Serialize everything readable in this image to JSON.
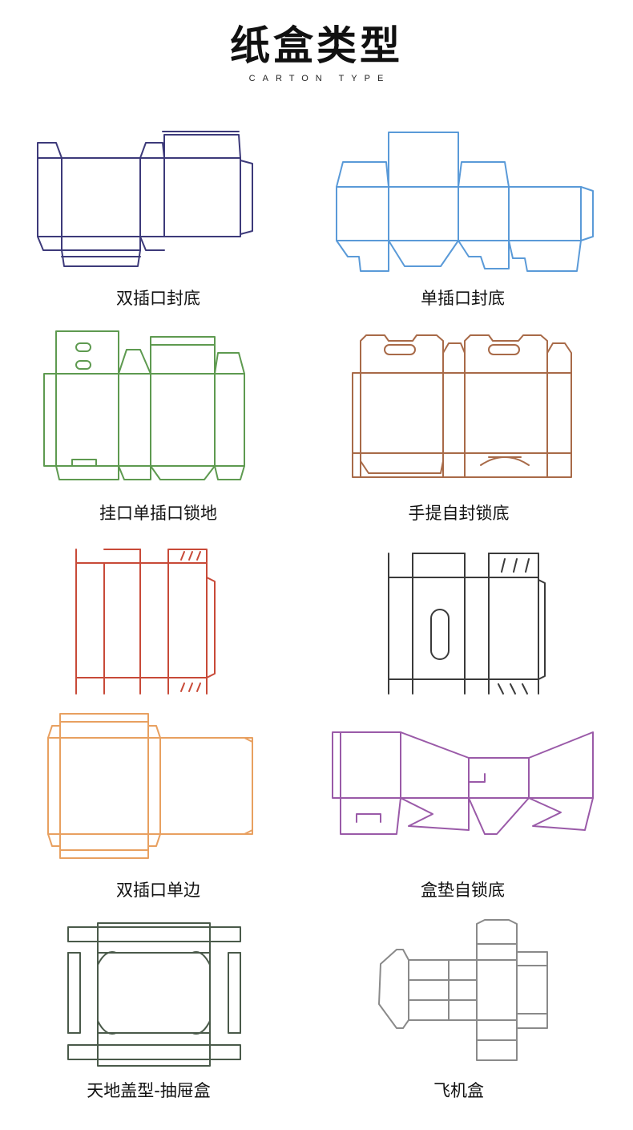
{
  "header": {
    "title": "纸盒类型",
    "subtitle": "CARTON TYPE"
  },
  "colors": {
    "double_tuck_end": "#3d3a7a",
    "single_tuck_end": "#5a9ad8",
    "hang_tab": "#5e9a50",
    "handle_auto_lock": "#a86a48",
    "red_box": "#c84a38",
    "gray_box": "#3a3a3a",
    "orange_box": "#e8a060",
    "purple_box": "#9a5aa8",
    "telescope": "#4a5a4a",
    "mailer": "#8a8a8a"
  },
  "boxes": [
    {
      "label": "双插口封底",
      "icon": "double-tuck-end-dieline-icon"
    },
    {
      "label": "单插口封底",
      "icon": "single-tuck-end-dieline-icon"
    },
    {
      "label": "挂口单插口锁地",
      "icon": "hang-tab-lock-bottom-dieline-icon"
    },
    {
      "label": "手提自封锁底",
      "icon": "handle-auto-lock-bottom-dieline-icon"
    },
    {
      "label": "双插口单边",
      "icon": "double-tuck-single-side-dieline-icon"
    },
    {
      "label": "盒垫自锁底",
      "icon": "tray-auto-lock-bottom-dieline-icon"
    },
    {
      "label": "天地盖型-抽屉盒",
      "icon": "lid-base-drawer-box-dieline-icon"
    },
    {
      "label": "飞机盒",
      "icon": "mailer-box-dieline-icon"
    }
  ]
}
